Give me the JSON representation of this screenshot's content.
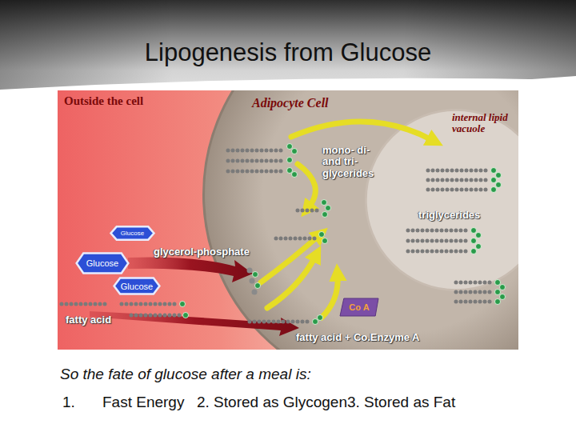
{
  "diagram": {
    "title": "Lipogenesis from Glucose",
    "caption": "So the fate of glucose after a meal is:",
    "nodes": [
      {
        "text": [
          "Adipocyte Cell"
        ]
      },
      {
        "text": [
          "internal lipid vacuole"
        ],
        "in": 0
      },
      {
        "text": [
          "Glucose"
        ]
      },
      {
        "text": [
          "Glucose"
        ]
      },
      {
        "text": [
          "Glucose"
        ]
      },
      {
        "text": [
          "Co A"
        ],
        "in": 0
      }
    ],
    "labels": [
      "Outside the cell",
      "mono- di- and tri- glycerides",
      "triglycerides",
      "glycerol-phosphate",
      "fatty acid",
      "fatty acid + Co.Enzyme A",
      "1.",
      "Fast Energy",
      "2. Stored as Glycogen",
      "3. Stored as Fat"
    ]
  }
}
